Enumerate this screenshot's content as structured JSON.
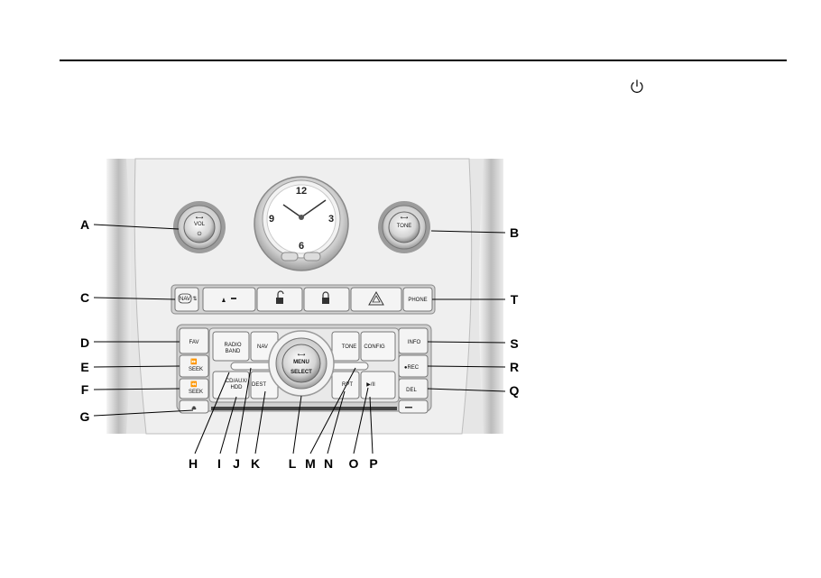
{
  "figure": {
    "callouts": {
      "A": "A",
      "B": "B",
      "C": "C",
      "D": "D",
      "E": "E",
      "F": "F",
      "G": "G",
      "H": "H",
      "I": "I",
      "J": "J",
      "K": "K",
      "L": "L",
      "M": "M",
      "N": "N",
      "O": "O",
      "P": "P",
      "Q": "Q",
      "R": "R",
      "S": "S",
      "T": "T"
    },
    "clock_numerals": {
      "n12": "12",
      "n3": "3",
      "n6": "6",
      "n9": "9"
    },
    "buttons": {
      "vol": "VOL",
      "tone_knob": "TONE",
      "nav_top": "NAV",
      "phone": "PHONE",
      "fav": "FAV",
      "seek_fwd": "SEEK",
      "seek_back": "SEEK",
      "radio": "RADIO",
      "band": "BAND",
      "cd_aux_1": "CD/AUX/",
      "cd_aux_2": "HDD",
      "nav": "NAV",
      "dest": "DEST",
      "menu": "MENU",
      "select": "SELECT",
      "tone": "TONE",
      "config": "CONFIG",
      "rpt": "RPT",
      "play_pause": "▶/II",
      "info": "INFO",
      "rec": "●REC",
      "del": "DEL"
    }
  }
}
